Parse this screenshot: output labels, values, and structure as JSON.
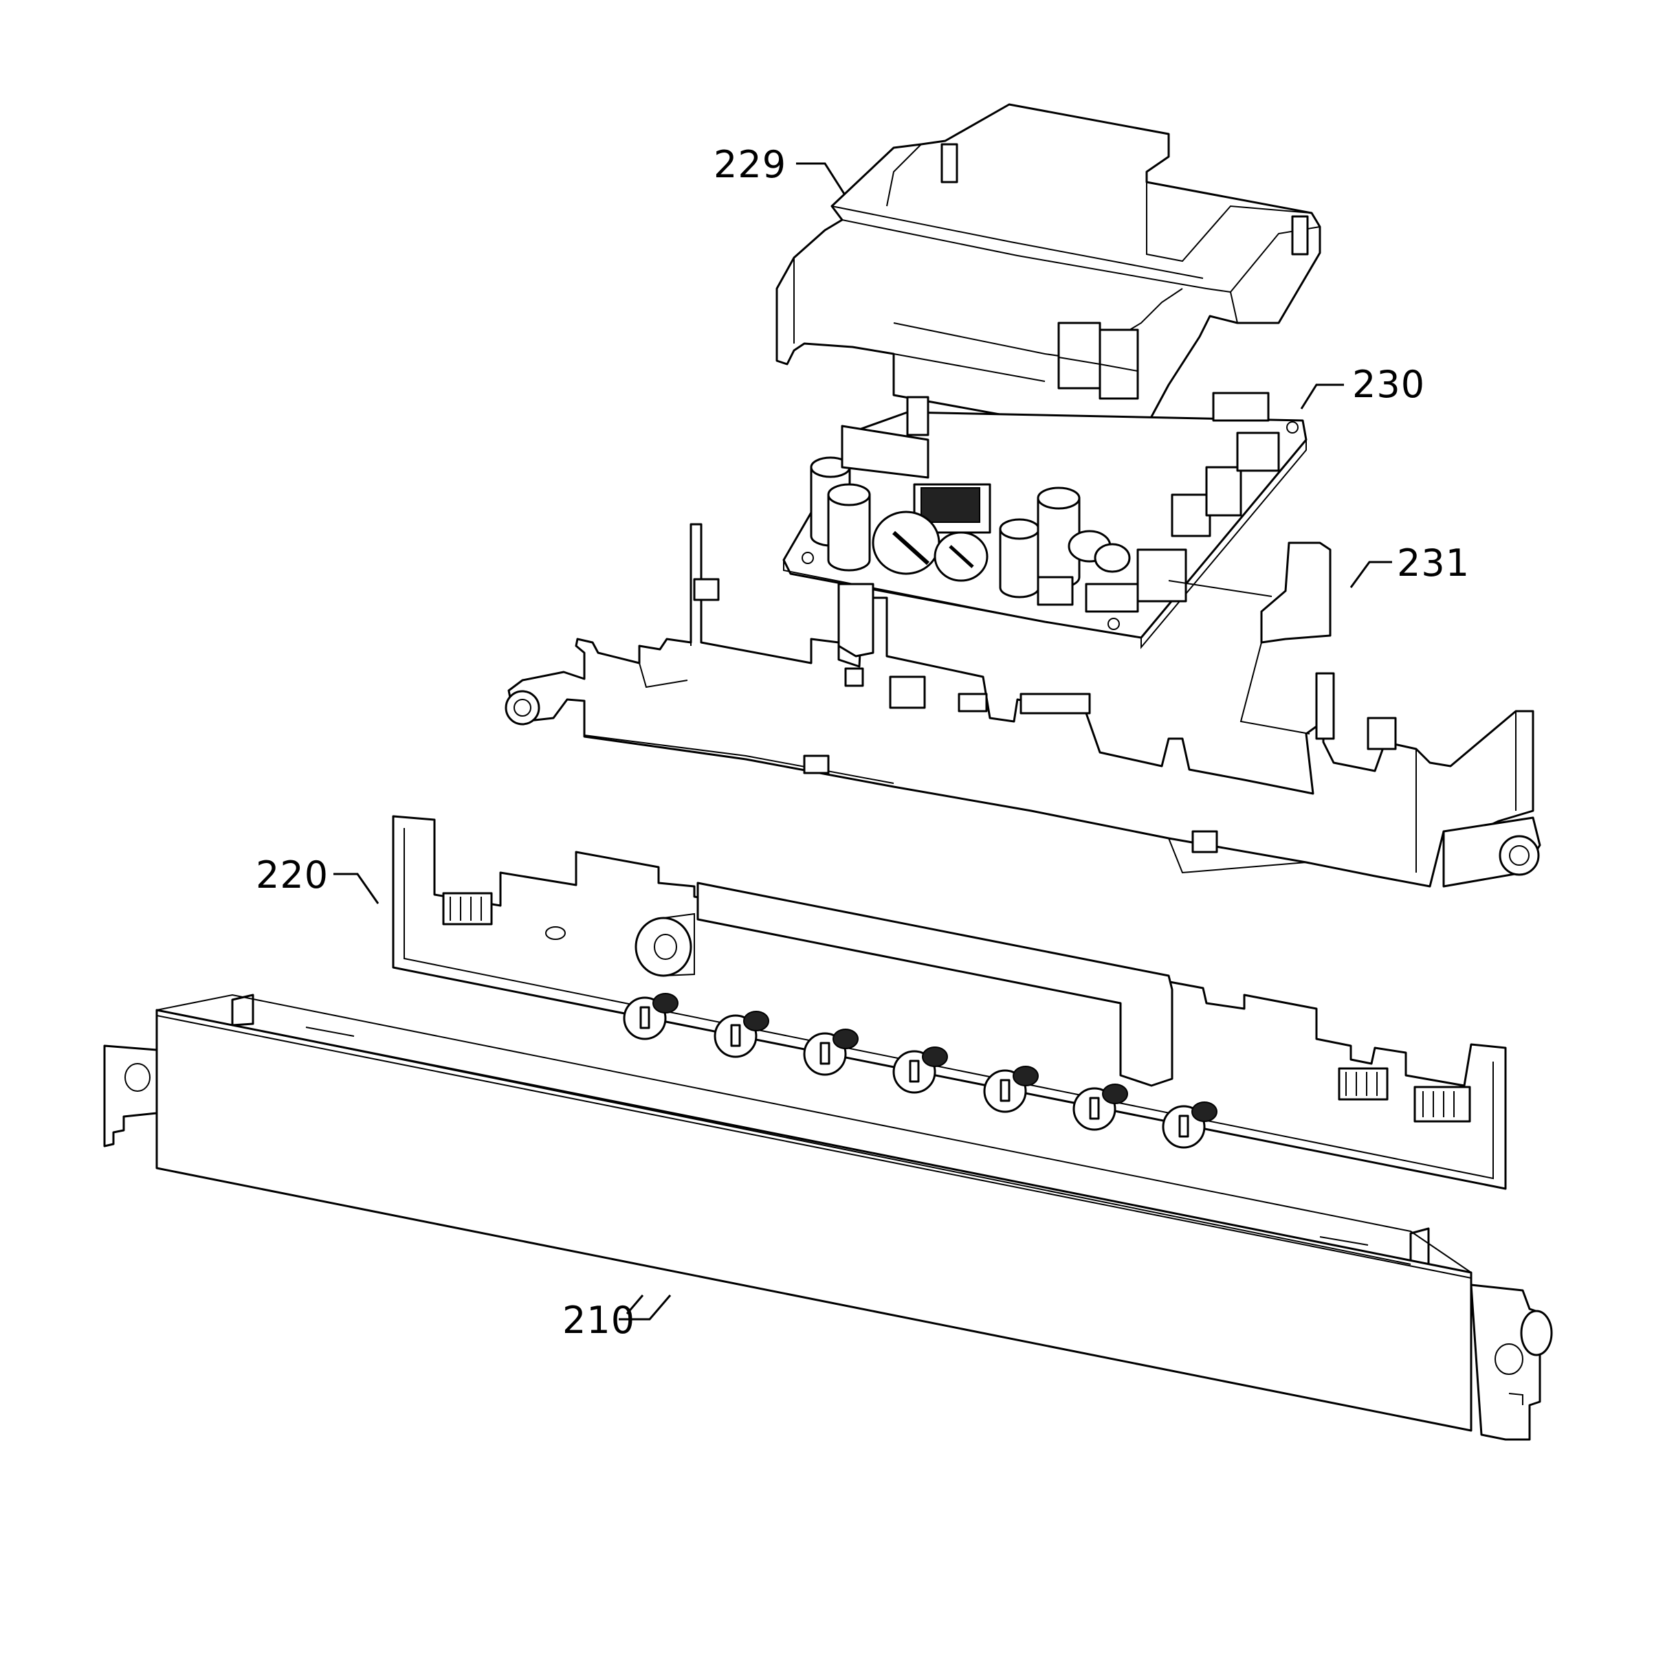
{
  "labels": {
    "ref_229": "229",
    "ref_230": "230",
    "ref_231": "231",
    "ref_220": "220",
    "ref_210": "210"
  },
  "colors": {
    "line": "#000000",
    "background": "#ffffff"
  }
}
